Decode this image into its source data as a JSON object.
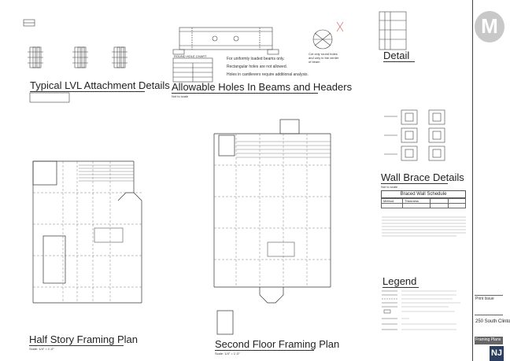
{
  "titles": {
    "lvl": "Typical LVL Attachment Details",
    "holes": "Allowable Holes In Beams and Headers",
    "detail": "Detail",
    "wall_brace": "Wall Brace Details",
    "half_story": "Half Story Framing Plan",
    "second_floor": "Second Floor Framing Plan",
    "legend": "Legend"
  },
  "scales": {
    "holes": "Not to scale",
    "wall_brace": "Not to scale",
    "half_story": "Scale: 1/4\" = 1'-0\"",
    "second_floor": "Scale: 1/4\" = 1'-0\""
  },
  "round_hole_chart": {
    "title": "ROUND HOLE CHART"
  },
  "holes_notes": [
    "For uniformly loaded beams only.",
    "Rectangular holes are not allowed.",
    "Holes in cantilevers require additional analysis."
  ],
  "holes_circle_note": "Cut only round holes and only in the center of beam",
  "braced_wall_schedule": {
    "title": "Braced Wall Schedule",
    "headers": [
      "Method",
      "Thickness"
    ]
  },
  "title_block": {
    "print_issue": "Print Issue",
    "address": "250 South Clinto",
    "sheet": "Framing Plans",
    "badge": "NJ"
  }
}
